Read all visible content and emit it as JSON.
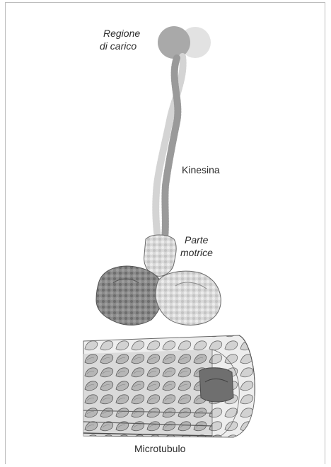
{
  "labels": {
    "cargo_region_line1": "Regione",
    "cargo_region_line2": "di carico",
    "kinesin": "Kinesina",
    "motor_line1": "Parte",
    "motor_line2": "motrice",
    "microtubule": "Microtubulo"
  },
  "colors": {
    "background": "#ffffff",
    "frame": "#bdbdbd",
    "protein_dark": "#7d7d7d",
    "protein_mid": "#a9a9a9",
    "protein_light": "#d6d6d6",
    "tubulin_light": "#dcdcdc",
    "tubulin_dark": "#6c6c6c",
    "text": "#2b2b2b"
  }
}
